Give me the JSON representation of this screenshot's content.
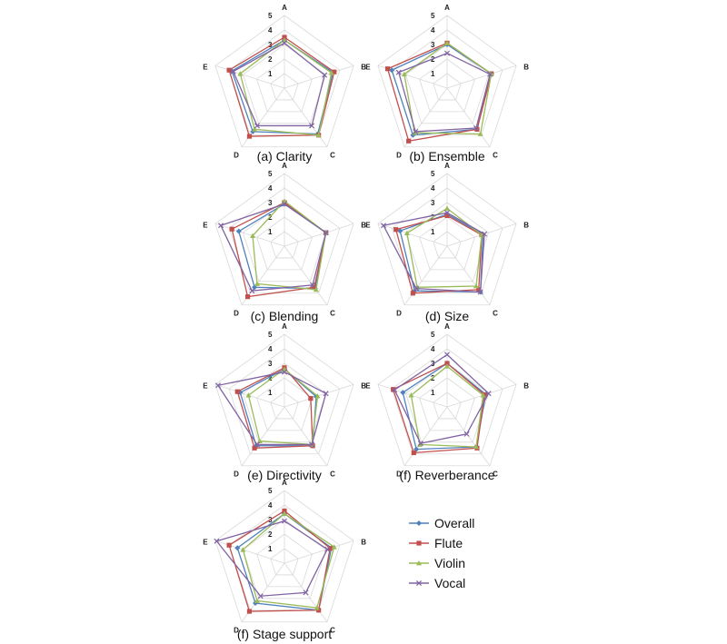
{
  "colors": {
    "overall": "#4f81bd",
    "flute": "#c0504d",
    "violin": "#9bbb59",
    "vocal": "#8064a2",
    "grid": "#d9d9d9"
  },
  "legend": {
    "items": [
      {
        "name": "Overall",
        "marker": "diamond",
        "color": "#4f81bd"
      },
      {
        "name": "Flute",
        "marker": "square",
        "color": "#c0504d"
      },
      {
        "name": "Violin",
        "marker": "triangle",
        "color": "#9bbb59"
      },
      {
        "name": "Vocal",
        "marker": "x",
        "color": "#8064a2"
      }
    ]
  },
  "chart_data": [
    {
      "type": "radar",
      "title": "(a)  Clarity",
      "axes": [
        "A",
        "B",
        "C",
        "D",
        "E"
      ],
      "rlim": [
        0,
        5
      ],
      "ticks": [
        "1",
        "2",
        "3",
        "4",
        "5"
      ],
      "series": [
        {
          "name": "Overall",
          "values": [
            3.3,
            3.5,
            3.9,
            3.7,
            3.8
          ]
        },
        {
          "name": "Flute",
          "values": [
            3.5,
            3.6,
            4.0,
            4.1,
            4.0
          ]
        },
        {
          "name": "Violin",
          "values": [
            3.3,
            3.4,
            4.0,
            3.5,
            3.2
          ]
        },
        {
          "name": "Vocal",
          "values": [
            3.1,
            2.9,
            3.2,
            3.2,
            3.7
          ]
        }
      ]
    },
    {
      "type": "radar",
      "title": "(b)  Ensemble",
      "axes": [
        "A",
        "B",
        "C",
        "D",
        "E"
      ],
      "rlim": [
        0,
        5
      ],
      "ticks": [
        "1",
        "2",
        "3",
        "4",
        "5"
      ],
      "series": [
        {
          "name": "Overall",
          "values": [
            3.0,
            3.2,
            3.5,
            4.0,
            4.0
          ]
        },
        {
          "name": "Flute",
          "values": [
            3.1,
            3.2,
            3.5,
            4.5,
            4.3
          ]
        },
        {
          "name": "Violin",
          "values": [
            3.1,
            3.2,
            3.9,
            3.8,
            3.1
          ]
        },
        {
          "name": "Vocal",
          "values": [
            2.4,
            3.1,
            3.4,
            3.7,
            3.5
          ]
        }
      ]
    },
    {
      "type": "radar",
      "title": "(c)  Blending",
      "axes": [
        "A",
        "B",
        "C",
        "D",
        "E"
      ],
      "rlim": [
        0,
        5
      ],
      "ticks": [
        "1",
        "2",
        "3",
        "4",
        "5"
      ],
      "series": [
        {
          "name": "Overall",
          "values": [
            2.9,
            3.0,
            3.6,
            3.5,
            3.3
          ]
        },
        {
          "name": "Flute",
          "values": [
            3.0,
            3.0,
            3.5,
            4.3,
            3.8
          ]
        },
        {
          "name": "Violin",
          "values": [
            3.1,
            3.0,
            3.7,
            3.2,
            2.3
          ]
        },
        {
          "name": "Vocal",
          "values": [
            2.9,
            3.0,
            3.3,
            3.8,
            4.6
          ]
        }
      ]
    },
    {
      "type": "radar",
      "title": "(d)  Size",
      "axes": [
        "A",
        "B",
        "C",
        "D",
        "E"
      ],
      "rlim": [
        0,
        5
      ],
      "ticks": [
        "1",
        "2",
        "3",
        "4",
        "5"
      ],
      "series": [
        {
          "name": "Overall",
          "values": [
            2.2,
            2.6,
            3.9,
            3.8,
            3.4
          ]
        },
        {
          "name": "Flute",
          "values": [
            2.1,
            2.5,
            3.7,
            4.0,
            3.7
          ]
        },
        {
          "name": "Violin",
          "values": [
            2.6,
            2.5,
            3.4,
            3.5,
            2.9
          ]
        },
        {
          "name": "Vocal",
          "values": [
            2.3,
            2.7,
            3.9,
            3.6,
            4.6
          ]
        }
      ]
    },
    {
      "type": "radar",
      "title": "(e)  Directivity",
      "axes": [
        "A",
        "B",
        "C",
        "D",
        "E"
      ],
      "rlim": [
        0,
        5
      ],
      "ticks": [
        "1",
        "2",
        "3",
        "4",
        "5"
      ],
      "series": [
        {
          "name": "Overall",
          "values": [
            2.6,
            2.3,
            3.3,
            3.3,
            3.2
          ]
        },
        {
          "name": "Flute",
          "values": [
            2.7,
            1.9,
            3.3,
            3.5,
            3.4
          ]
        },
        {
          "name": "Violin",
          "values": [
            2.6,
            2.4,
            3.2,
            2.9,
            2.6
          ]
        },
        {
          "name": "Vocal",
          "values": [
            2.4,
            3.0,
            3.2,
            3.2,
            4.8
          ]
        }
      ]
    },
    {
      "type": "radar",
      "title": "(f)  Reverberance",
      "axes": [
        "A",
        "B",
        "C",
        "D",
        "E"
      ],
      "rlim": [
        0,
        5
      ],
      "ticks": [
        "1",
        "2",
        "3",
        "4",
        "5"
      ],
      "series": [
        {
          "name": "Overall",
          "values": [
            3.0,
            2.8,
            3.4,
            3.6,
            3.2
          ]
        },
        {
          "name": "Flute",
          "values": [
            3.0,
            2.7,
            3.5,
            3.9,
            3.9
          ]
        },
        {
          "name": "Violin",
          "values": [
            2.8,
            2.6,
            3.4,
            3.2,
            2.6
          ]
        },
        {
          "name": "Vocal",
          "values": [
            3.6,
            3.0,
            2.3,
            3.1,
            3.8
          ]
        }
      ]
    },
    {
      "type": "radar",
      "title": "(f)  Stage  support",
      "axes": [
        "A",
        "B",
        "C",
        "D",
        "E"
      ],
      "rlim": [
        0,
        5
      ],
      "ticks": [
        "1",
        "2",
        "3",
        "4",
        "5"
      ],
      "series": [
        {
          "name": "Overall",
          "values": [
            3.4,
            3.4,
            4.0,
            3.4,
            3.4
          ]
        },
        {
          "name": "Flute",
          "values": [
            3.6,
            3.3,
            4.0,
            4.1,
            4.0
          ]
        },
        {
          "name": "Violin",
          "values": [
            3.4,
            3.6,
            3.8,
            3.2,
            3.0
          ]
        },
        {
          "name": "Vocal",
          "values": [
            2.9,
            3.1,
            2.5,
            2.8,
            4.9
          ]
        }
      ]
    }
  ]
}
